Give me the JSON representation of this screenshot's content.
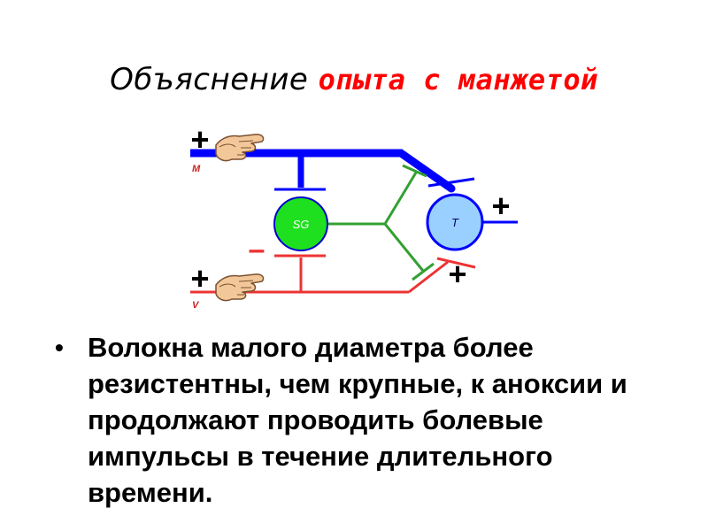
{
  "title": {
    "plain": "Объяснение ",
    "accent": "опыта с манжетой"
  },
  "diagram": {
    "labels": {
      "sg": "SG",
      "t": "T",
      "m": "M",
      "v": "V",
      "plus_top": "+",
      "plus_bottom": "+",
      "plus_right_top": "+",
      "plus_right_bottom": "+",
      "minus": "–"
    },
    "colors": {
      "large_fiber": "#0000ff",
      "small_fiber": "#ee3333",
      "interneuron": "#33a033",
      "sg_fill": "#1ee01e",
      "t_fill": "#9ad0ff"
    },
    "icons": [
      "hand-icon",
      "hand-icon"
    ]
  },
  "bullets": [
    "Волокна малого диаметра более резистентны, чем крупные, к аноксии и продолжают проводить болевые импульсы в течение длительного времени."
  ]
}
